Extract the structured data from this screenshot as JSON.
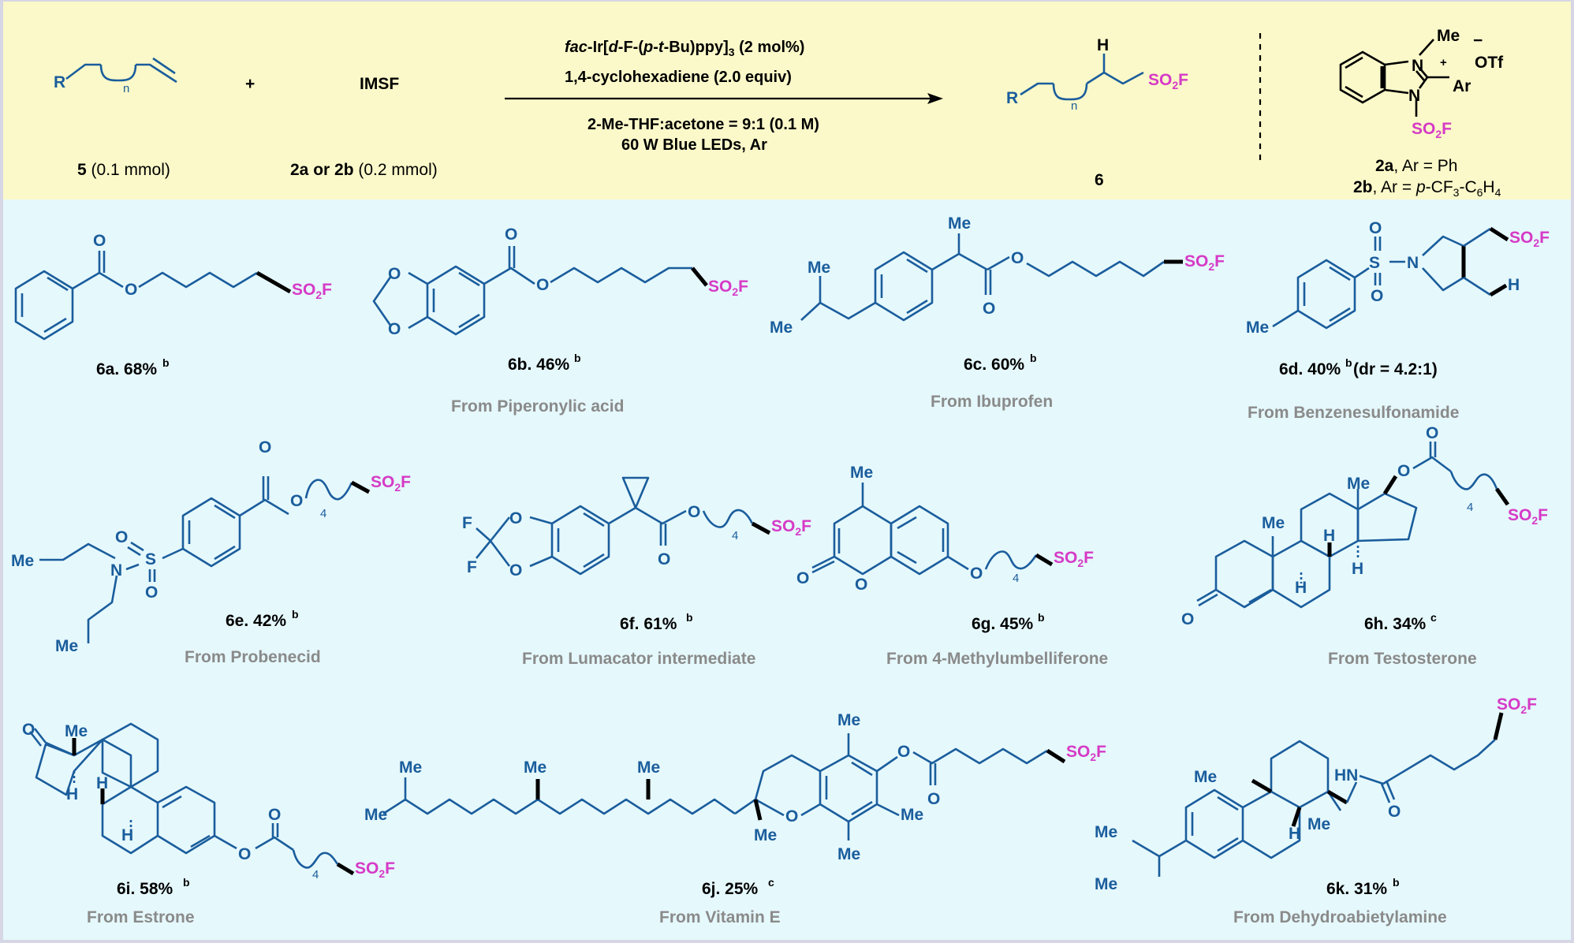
{
  "reaction": {
    "substrate_R": "R",
    "substrate_n": "n",
    "substrate_label_bold": "5",
    "substrate_label_rest": " (0.1 mmol)",
    "plus": "+",
    "reagent": "IMSF",
    "reagent_label_bold": "2a or 2b",
    "reagent_label_rest": " (0.2 mmol)",
    "cond_line1": "fac-Ir[d-F-(p-t-Bu)ppy]3 (2 mol%)",
    "cond_line2": "1,4-cyclohexadiene (2.0 equiv)",
    "cond_line3": "2-Me-THF:acetone = 9:1 (0.1 M)",
    "cond_line4": "60 W Blue LEDs, Ar",
    "product_H": "H",
    "product_R": "R",
    "product_n": "n",
    "product_so2f": "SO2F",
    "product_label": "6",
    "imsf_me": "Me",
    "imsf_minus": "−",
    "imsf_otf": "OTf",
    "imsf_n1": "N",
    "imsf_plus": "+",
    "imsf_ar": "Ar",
    "imsf_n2": "N",
    "imsf_so2f": "SO2F",
    "imsf_2a": "2a, Ar = Ph",
    "imsf_2b": "2b, Ar = p-CF3-C6H4"
  },
  "products": [
    {
      "id": "6a",
      "yield": "6a. 68%",
      "sup": "b",
      "source": ""
    },
    {
      "id": "6b",
      "yield": "6b. 46%",
      "sup": "b",
      "source": "From Piperonylic acid"
    },
    {
      "id": "6c",
      "yield": "6c. 60%",
      "sup": "b",
      "source": "From Ibuprofen"
    },
    {
      "id": "6d",
      "yield": "6d. 40%",
      "sup": "b",
      "extra": " (dr = 4.2:1)",
      "source": "From Benzenesulfonamide"
    },
    {
      "id": "6e",
      "yield": "6e. 42%",
      "sup": "b",
      "source": "From Probenecid"
    },
    {
      "id": "6f",
      "yield": "6f. 61%",
      "sup": "b",
      "source": "From Lumacator intermediate"
    },
    {
      "id": "6g",
      "yield": "6g. 45%",
      "sup": "b",
      "source": "From 4-Methylumbelliferone"
    },
    {
      "id": "6h",
      "yield": "6h. 34%",
      "sup": "c",
      "source": "From Testosterone"
    },
    {
      "id": "6i",
      "yield": "6i. 58%",
      "sup": "b",
      "source": "From Estrone"
    },
    {
      "id": "6j",
      "yield": "6j. 25%",
      "sup": "c",
      "source": "From Vitamin E"
    },
    {
      "id": "6k",
      "yield": "6k. 31%",
      "sup": "b",
      "source": "From Dehydroabietylamine"
    }
  ],
  "atoms": {
    "O": "O",
    "S": "S",
    "N": "N",
    "F": "F",
    "H": "H",
    "Me": "Me",
    "SO2F": "SO2F",
    "HN": "HN",
    "n4": "4"
  },
  "colors": {
    "header_bg": "#fbf9c9",
    "body_bg": "#e5f8fc",
    "frame": "#c9c9d8",
    "atom_blue": "#1a5d9c",
    "so2f_pink": "#d63ac6",
    "source_gray": "#8a8a8a"
  }
}
